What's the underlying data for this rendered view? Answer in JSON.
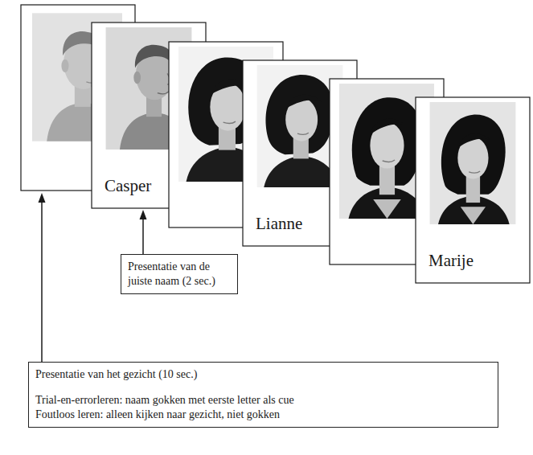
{
  "diagram": {
    "nodes": [
      {
        "text": [
          "Casper"
        ]
      },
      {
        "text": [
          "Lianne"
        ]
      },
      {
        "text": [
          "Marije"
        ]
      },
      {
        "text": [
          "Presentatie van de juiste naam (2 sec.)"
        ]
      },
      {
        "text": [
          "Presentatie van het gezicht (10 sec.)",
          "Trial-en-errorleren: naam gokken met eerste letter als cue",
          "Foutloos leren: alleen kijken naar gezicht, niet gokken"
        ]
      }
    ],
    "edges": [
      {
        "from": 3,
        "to": 0,
        "arrow": "to"
      }
    ]
  }
}
